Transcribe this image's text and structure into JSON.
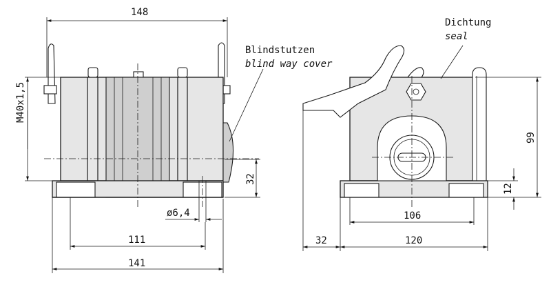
{
  "dimensions": {
    "width_top": "148",
    "thread": "M40x1,5",
    "height_32": "32",
    "hole_dia": "ø6,4",
    "span_111": "111",
    "width_141": "141",
    "height_99": "99",
    "height_12": "12",
    "span_106": "106",
    "offset_32": "32",
    "width_120": "120"
  },
  "labels": {
    "blind_de": "Blindstutzen",
    "blind_en": "blind way cover",
    "seal_de": "Dichtung",
    "seal_en": "seal"
  }
}
